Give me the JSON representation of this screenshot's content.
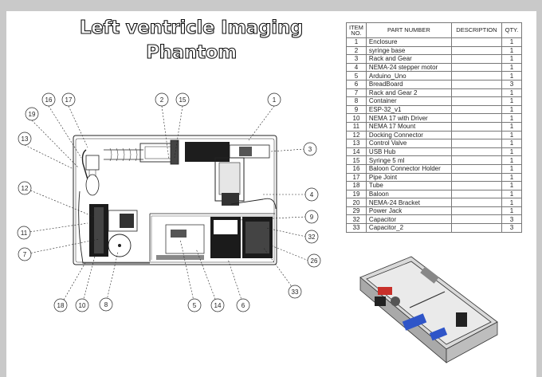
{
  "title": {
    "line1": "Left ventricle Imaging",
    "line2": "Phantom"
  },
  "bom": {
    "headers": {
      "item": [
        "ITEM",
        "NO."
      ],
      "part": "PART NUMBER",
      "desc": "DESCRIPTION",
      "qty": "QTY."
    },
    "rows": [
      {
        "no": "1",
        "part": "Enclosure",
        "desc": "",
        "qty": "1"
      },
      {
        "no": "2",
        "part": "syringe base",
        "desc": "",
        "qty": "1"
      },
      {
        "no": "3",
        "part": "Rack and Gear",
        "desc": "",
        "qty": "1"
      },
      {
        "no": "4",
        "part": "NEMA-24  stepper motor",
        "desc": "",
        "qty": "1"
      },
      {
        "no": "5",
        "part": "Arduino_Uno",
        "desc": "",
        "qty": "1"
      },
      {
        "no": "6",
        "part": "BreadBoard",
        "desc": "",
        "qty": "3"
      },
      {
        "no": "7",
        "part": "Rack and Gear 2",
        "desc": "",
        "qty": "1"
      },
      {
        "no": "8",
        "part": "Container",
        "desc": "",
        "qty": "1"
      },
      {
        "no": "9",
        "part": "ESP-32_v1",
        "desc": "",
        "qty": "1"
      },
      {
        "no": "10",
        "part": "NEMA 17 with Driver",
        "desc": "",
        "qty": "1"
      },
      {
        "no": "11",
        "part": "NEMA 17 Mount",
        "desc": "",
        "qty": "1"
      },
      {
        "no": "12",
        "part": "Docking Connector",
        "desc": "",
        "qty": "1"
      },
      {
        "no": "13",
        "part": "Control Valve",
        "desc": "",
        "qty": "1"
      },
      {
        "no": "14",
        "part": "USB Hub",
        "desc": "",
        "qty": "1"
      },
      {
        "no": "15",
        "part": "Syringe 5 ml",
        "desc": "",
        "qty": "1"
      },
      {
        "no": "16",
        "part": "Baloon Connector Holder",
        "desc": "",
        "qty": "1"
      },
      {
        "no": "17",
        "part": "Pipe Joint",
        "desc": "",
        "qty": "1"
      },
      {
        "no": "18",
        "part": "Tube",
        "desc": "",
        "qty": "1"
      },
      {
        "no": "19",
        "part": "Baloon",
        "desc": "",
        "qty": "1"
      },
      {
        "no": "20",
        "part": "NEMA-24 Bracket",
        "desc": "",
        "qty": "1"
      },
      {
        "no": "29",
        "part": "Power Jack",
        "desc": "",
        "qty": "1"
      },
      {
        "no": "32",
        "part": "Capacitor",
        "desc": "",
        "qty": "3"
      },
      {
        "no": "33",
        "part": "Capacitor_2",
        "desc": "",
        "qty": "3"
      }
    ]
  },
  "balloons": [
    "1",
    "2",
    "3",
    "4",
    "5",
    "6",
    "7",
    "8",
    "9",
    "10",
    "11",
    "12",
    "13",
    "14",
    "15",
    "16",
    "17",
    "18",
    "19",
    "26",
    "32",
    "33"
  ],
  "colors": {
    "line": "#222222",
    "paper": "#ffffff",
    "background": "#c9c9c9",
    "motor_red": "#c8302a",
    "board_blue": "#2f55c8"
  }
}
